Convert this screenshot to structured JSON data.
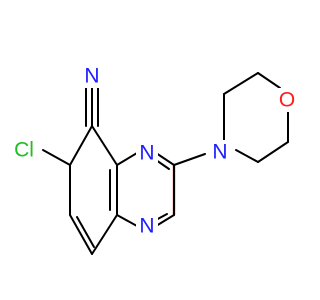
{
  "molecule": {
    "atoms": {
      "nitrile_n": "N",
      "ring_n1": "N",
      "ring_n4": "N",
      "morpholine_n": "N",
      "morpholine_o": "O",
      "chlorine": "Cl"
    }
  },
  "colors": {
    "bond": "#000000",
    "nitrogen": "#1c1cff",
    "oxygen": "#ff1c1c",
    "chlorine": "#1fbf1f",
    "aromatic_highlight": "#f4a7a7"
  }
}
